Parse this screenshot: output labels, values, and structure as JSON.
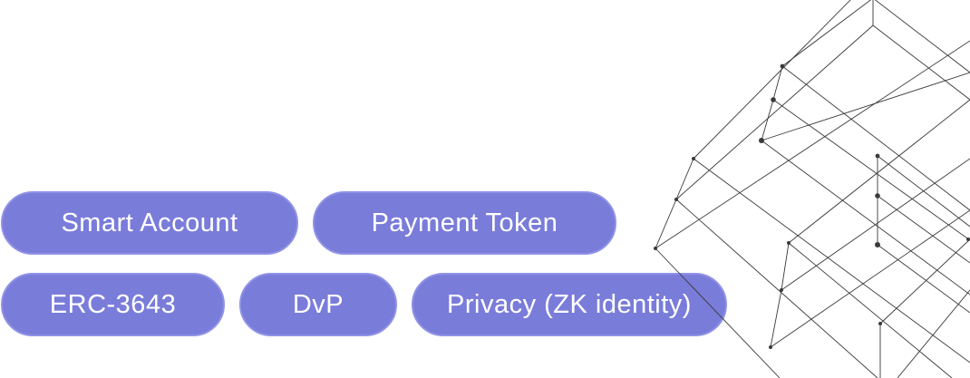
{
  "colors": {
    "pill_fill": "#7a7cda",
    "pill_border": "#8f92e6",
    "pill_text": "#ffffff",
    "lattice_line": "#3a3a3a",
    "background": "#ffffff"
  },
  "tags": {
    "row1": [
      {
        "label": "Smart Account"
      },
      {
        "label": "Payment Token"
      }
    ],
    "row2": [
      {
        "label": "ERC-3643"
      },
      {
        "label": "DvP"
      },
      {
        "label": "Privacy (ZK identity)"
      }
    ]
  },
  "decoration": {
    "icon": "wireframe-cube-lattice-icon"
  }
}
